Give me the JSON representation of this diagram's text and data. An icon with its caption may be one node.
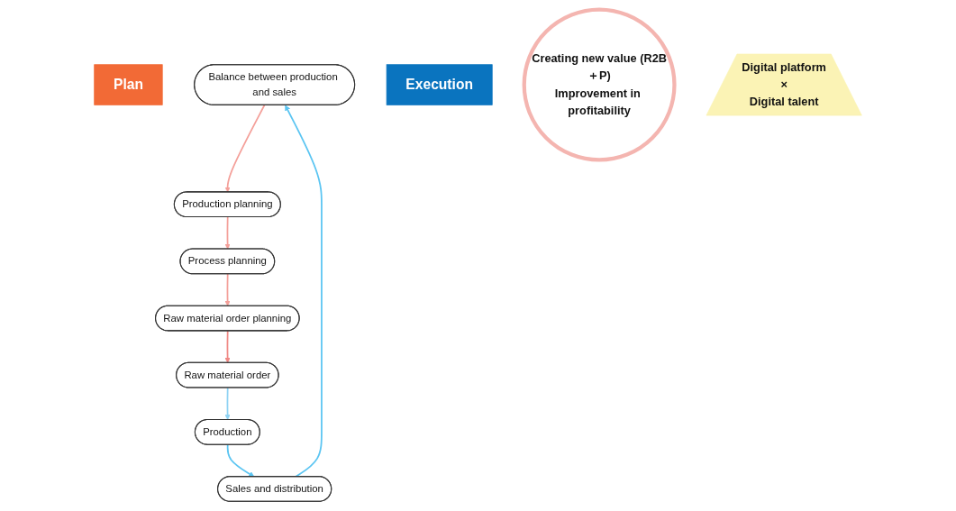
{
  "diagram": {
    "nodes": [
      {
        "text": [
          "Plan"
        ]
      },
      {
        "text": [
          "Balance between production and sales"
        ]
      },
      {
        "text": [
          "Sales and distribution"
        ]
      },
      {
        "text": [
          "Execution"
        ]
      },
      {
        "text": [
          "Production planning"
        ]
      },
      {
        "text": [
          "Creating new value (R2B＋P)",
          "Improvement in profitability"
        ]
      },
      {
        "text": [
          "Production"
        ]
      },
      {
        "text": [
          "Process planning"
        ]
      },
      {
        "text": [
          "Raw material order planning"
        ]
      },
      {
        "text": [
          "Raw material order"
        ]
      },
      {
        "text": [
          "Digital platform",
          "×",
          "Digital talent"
        ]
      }
    ],
    "edges": [
      {
        "from": 1,
        "to": 4,
        "arrow": "to",
        "color": "#f4a09a"
      },
      {
        "from": 4,
        "to": 7,
        "arrow": "to",
        "color": "#f4a09a"
      },
      {
        "from": 7,
        "to": 8,
        "arrow": "to",
        "color": "#f4a09a"
      },
      {
        "from": 8,
        "to": 9,
        "arrow": "to",
        "color": "#f08a86"
      },
      {
        "from": 9,
        "to": 6,
        "arrow": "to",
        "color": "#8fd3f4"
      },
      {
        "from": 6,
        "to": 2,
        "arrow": "to",
        "color": "#5bc5f2"
      },
      {
        "from": 2,
        "to": 1,
        "arrow": "to",
        "color": "#5bc5f2"
      }
    ]
  }
}
